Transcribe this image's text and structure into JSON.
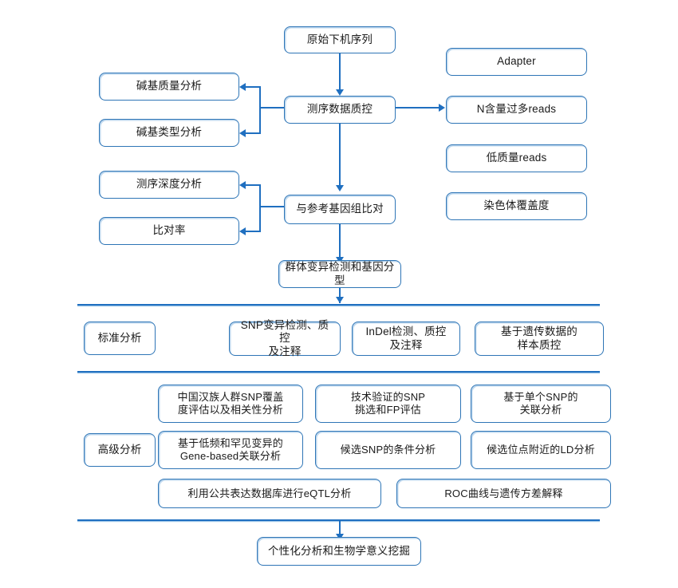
{
  "diagram": {
    "title": "",
    "colors": {
      "box_border": "#2e75b6",
      "box_highlight": "#bdd7ee",
      "connector": "#1f6fc0",
      "separator": "#1f6fc0",
      "background": "#ffffff",
      "text": "#1a1a1a"
    },
    "main_pipeline": [
      {
        "id": "raw-reads",
        "label": "原始下机序列"
      },
      {
        "id": "qc",
        "label": "测序数据质控"
      },
      {
        "id": "align",
        "label": "与参考基因组比对"
      },
      {
        "id": "variant-calling",
        "label": "群体变异检测和基因分型"
      }
    ],
    "qc_outputs_left": [
      {
        "id": "base-quality",
        "label": "碱基质量分析"
      },
      {
        "id": "base-type",
        "label": "碱基类型分析"
      }
    ],
    "qc_outputs_right": [
      {
        "id": "adapter",
        "label": "Adapter"
      },
      {
        "id": "n-rich-reads",
        "label": "N含量过多reads"
      },
      {
        "id": "low-quality-reads",
        "label": "低质量reads"
      }
    ],
    "align_outputs_left": [
      {
        "id": "depth",
        "label": "测序深度分析"
      },
      {
        "id": "mapping-rate",
        "label": "比对率"
      }
    ],
    "align_outputs_right": [
      {
        "id": "chr-coverage",
        "label": "染色体覆盖度"
      }
    ],
    "standard_analysis": {
      "label": "标准分析",
      "items": [
        {
          "id": "snp-calling",
          "lines": [
            "SNP变异检测、质控",
            "及注释"
          ]
        },
        {
          "id": "indel-calling",
          "lines": [
            "InDel检测、质控",
            "及注释"
          ]
        },
        {
          "id": "sample-qc",
          "lines": [
            "基于遗传数据的",
            "样本质控"
          ]
        }
      ]
    },
    "advanced_analysis": {
      "label": "高级分析",
      "row1": [
        {
          "id": "han-snp-coverage",
          "lines": [
            "中国汉族人群SNP覆盖",
            "度评估以及相关性分析"
          ]
        },
        {
          "id": "snp-validation",
          "lines": [
            "技术验证的SNP",
            "挑选和FP评估"
          ]
        },
        {
          "id": "single-snp-assoc",
          "lines": [
            "基于单个SNP的",
            "关联分析"
          ]
        }
      ],
      "row2": [
        {
          "id": "gene-based-assoc",
          "lines": [
            "基于低频和罕见变异的",
            "Gene-based关联分析"
          ]
        },
        {
          "id": "conditional-analysis",
          "lines": [
            "候选SNP的条件分析"
          ]
        },
        {
          "id": "ld-analysis",
          "lines": [
            "候选位点附近的LD分析"
          ]
        }
      ],
      "row3": [
        {
          "id": "eqtl-analysis",
          "lines": [
            "利用公共表达数据库进行eQTL分析"
          ]
        },
        {
          "id": "roc-variance",
          "lines": [
            "ROC曲线与遗传方差解释"
          ]
        }
      ]
    },
    "final": {
      "id": "personalized-analysis",
      "label": "个性化分析和生物学意义挖掘"
    }
  }
}
